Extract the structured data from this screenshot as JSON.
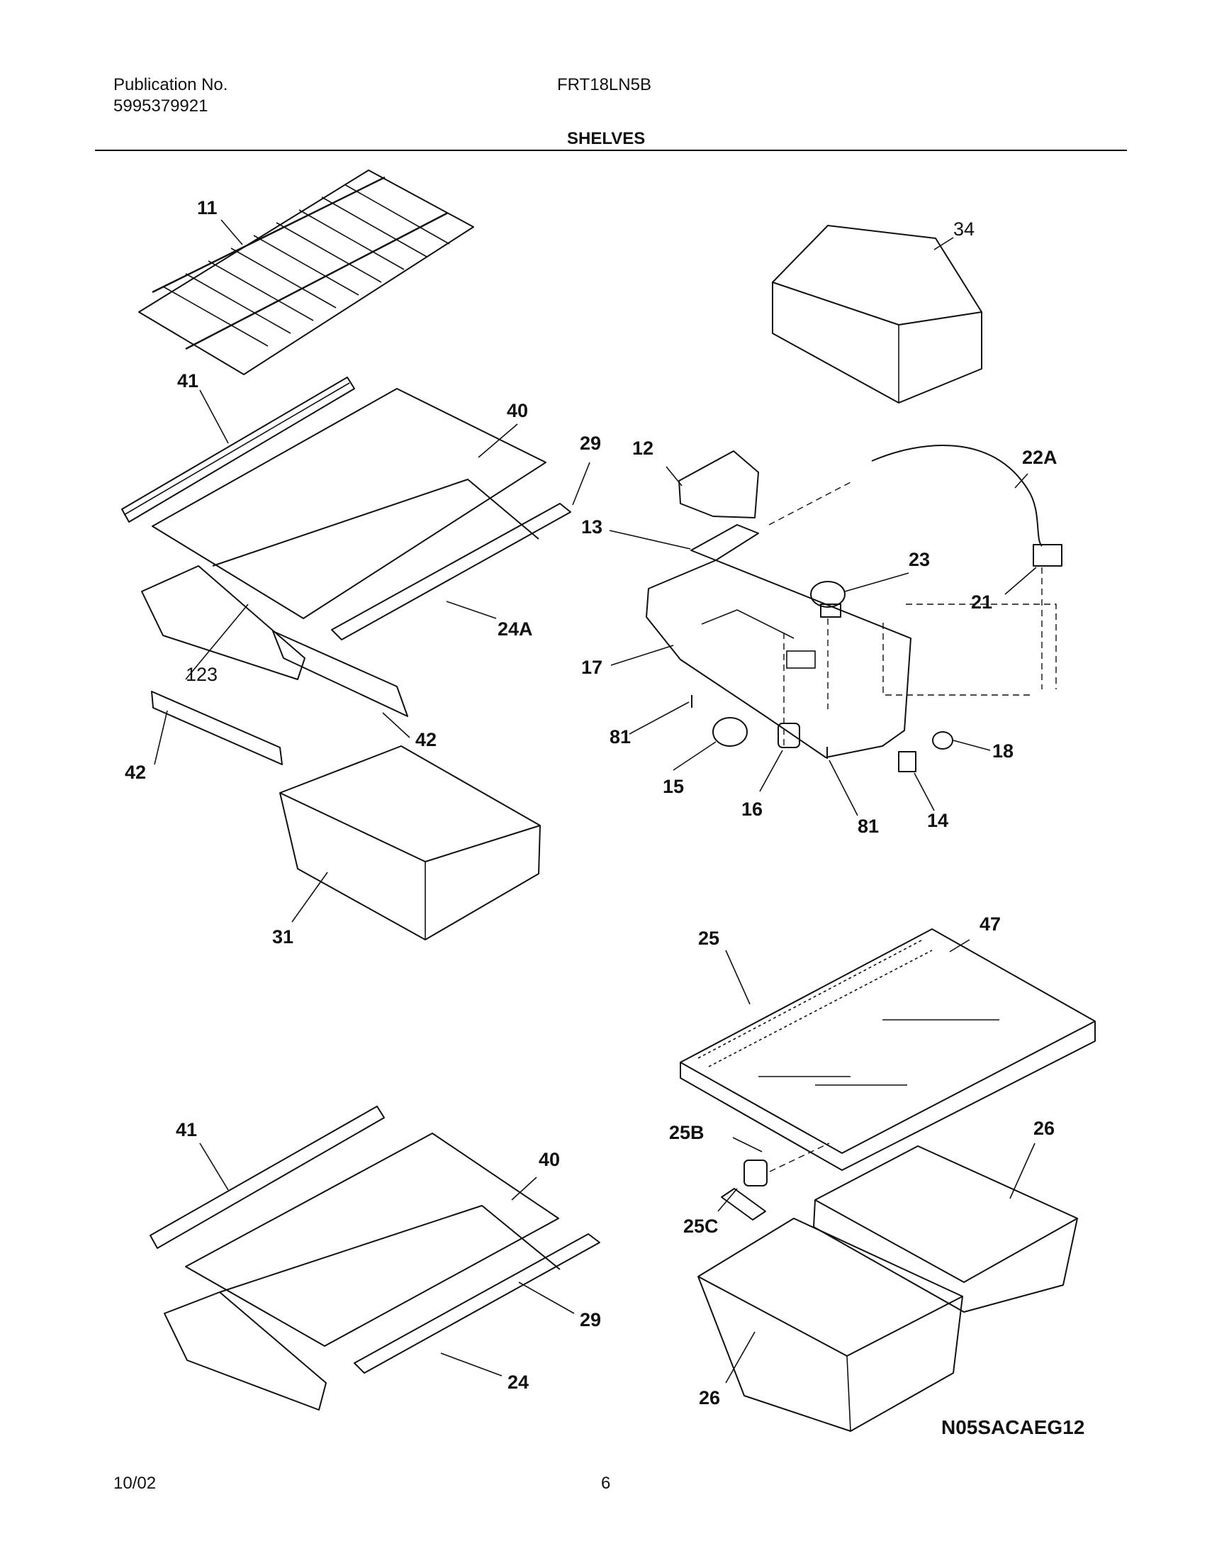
{
  "header": {
    "publication_label": "Publication No.",
    "publication_number": "5995379921",
    "model": "FRT18LN5B",
    "section_title": "SHELVES"
  },
  "callouts": [
    {
      "id": "c11",
      "text": "11"
    },
    {
      "id": "c34",
      "text": "34"
    },
    {
      "id": "c41a",
      "text": "41"
    },
    {
      "id": "c40a",
      "text": "40"
    },
    {
      "id": "c29a",
      "text": "29"
    },
    {
      "id": "c12",
      "text": "12"
    },
    {
      "id": "c22a",
      "text": "22A"
    },
    {
      "id": "c13",
      "text": "13"
    },
    {
      "id": "c23",
      "text": "23"
    },
    {
      "id": "c21",
      "text": "21"
    },
    {
      "id": "c24a",
      "text": "24A"
    },
    {
      "id": "c17",
      "text": "17"
    },
    {
      "id": "c123",
      "text": "123"
    },
    {
      "id": "c42a",
      "text": "42"
    },
    {
      "id": "c81a",
      "text": "81"
    },
    {
      "id": "c18",
      "text": "18"
    },
    {
      "id": "c42b",
      "text": "42"
    },
    {
      "id": "c15",
      "text": "15"
    },
    {
      "id": "c16",
      "text": "16"
    },
    {
      "id": "c81b",
      "text": "81"
    },
    {
      "id": "c14",
      "text": "14"
    },
    {
      "id": "c31",
      "text": "31"
    },
    {
      "id": "c47",
      "text": "47"
    },
    {
      "id": "c25",
      "text": "25"
    },
    {
      "id": "c41b",
      "text": "41"
    },
    {
      "id": "c40b",
      "text": "40"
    },
    {
      "id": "c25b",
      "text": "25B"
    },
    {
      "id": "c26a",
      "text": "26"
    },
    {
      "id": "c25c",
      "text": "25C"
    },
    {
      "id": "c29b",
      "text": "29"
    },
    {
      "id": "c24",
      "text": "24"
    },
    {
      "id": "c26b",
      "text": "26"
    }
  ],
  "diagram_code": "N05SACAEG12",
  "footer": {
    "date": "10/02",
    "page": "6"
  }
}
